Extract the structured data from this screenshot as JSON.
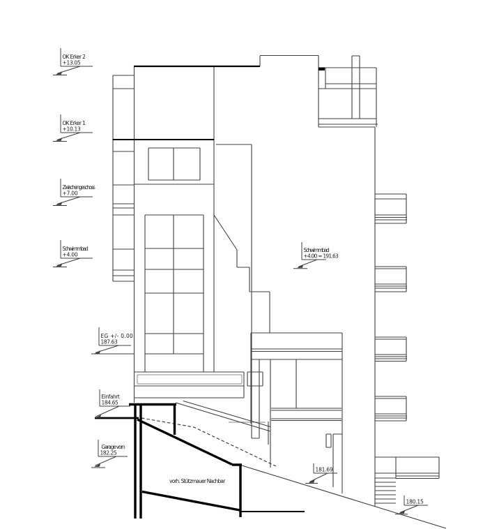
{
  "drawing_type": "building elevation / section",
  "annotations": {
    "retaining_wall": "vorh. Stützmauer Nachbar"
  },
  "markers": {
    "ok_erker_2": {
      "line1": "OK Erker 2",
      "line2": "+13.05"
    },
    "ok_erker_1": {
      "line1": "OK Erker 1",
      "line2": "+10.13"
    },
    "zwischengeschoss": {
      "line1": "Zwischengeschoss",
      "line2": "+7.00"
    },
    "schwimmbad_left": {
      "line1": "Schwimmbad",
      "line2": "+4.00"
    },
    "eg": {
      "line1": "EG +/- 0.00",
      "line2": "187.63"
    },
    "einfahrt": {
      "line1": "Einfahrt",
      "line2": "184.65"
    },
    "garage_vorn": {
      "line1": "Garage vorn",
      "line2": "182.25"
    },
    "schwimmbad_right": {
      "line1": "Schwimmbad",
      "line2": "+4.00 = 191.63"
    },
    "level_181_69": {
      "line2": "181.69"
    },
    "level_180_15": {
      "line2": "180.15"
    }
  },
  "colors": {
    "line": "#3f3f3f",
    "light": "#8a8a8a",
    "thick": "#000000",
    "text": "#1a1a1a",
    "background": "#ffffff"
  }
}
